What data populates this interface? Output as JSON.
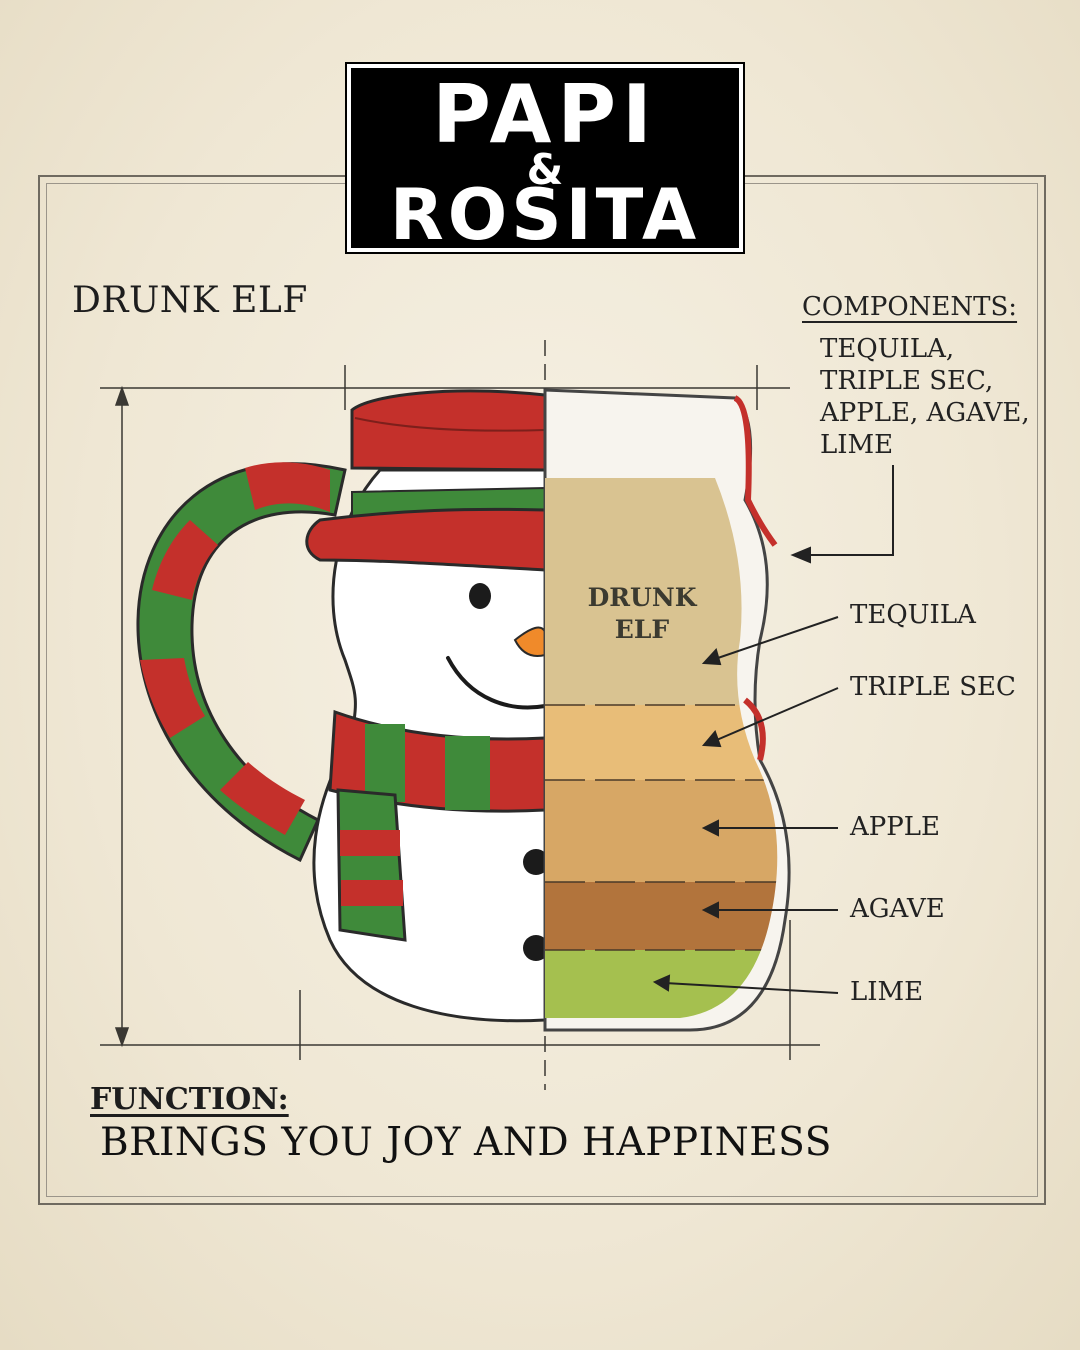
{
  "logo": {
    "line1": "PAPI",
    "amp": "&",
    "line2": "ROSITA"
  },
  "title": "DRUNK ELF",
  "components": {
    "heading": "COMPONENTS:",
    "lines": [
      "TEQUILA,",
      "TRIPLE SEC,",
      "APPLE, AGAVE,",
      "LIME"
    ]
  },
  "mug_label": {
    "line1": "DRUNK",
    "line2": "ELF"
  },
  "layers": [
    {
      "label": "TEQUILA",
      "color": "#d9c391"
    },
    {
      "label": "TRIPLE SEC",
      "color": "#e8bd78"
    },
    {
      "label": "APPLE",
      "color": "#d7a765"
    },
    {
      "label": "AGAVE",
      "color": "#b2743c"
    },
    {
      "label": "LIME",
      "color": "#a5c04f"
    }
  ],
  "function": {
    "heading": "FUNCTION:",
    "text": "BRINGS YOU JOY AND HAPPINESS"
  },
  "colors": {
    "red": "#c4302b",
    "green": "#3f8a3a",
    "carrot": "#f08a2a"
  }
}
